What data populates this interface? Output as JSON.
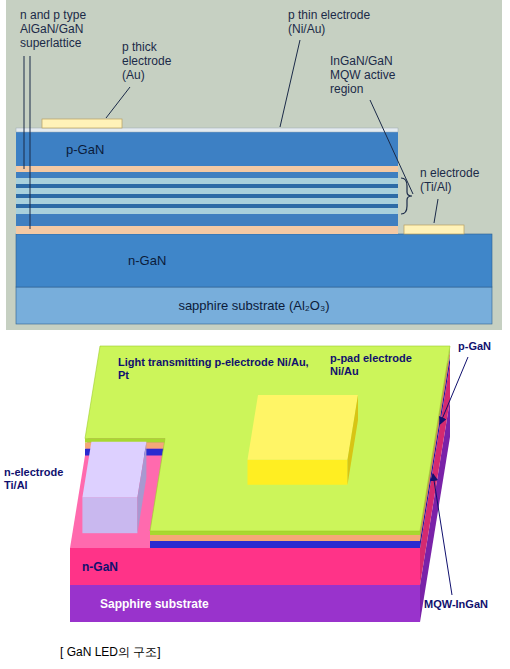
{
  "diagram": {
    "caption": "[ GaN LED의 구조]",
    "nodes": [
      {
        "text": [
          "p-GaN"
        ]
      },
      {
        "text": [
          "n-GaN"
        ]
      },
      {
        "text": [
          "sapphire substrate (Al₂O₃)"
        ]
      },
      {
        "text": [
          "n-GaN"
        ]
      },
      {
        "text": [
          "Sapphire substrate"
        ]
      }
    ],
    "labels": [
      "n and p type AlGaN/GaN superlattice",
      "p thick electrode (Au)",
      "p thin electrode (Ni/Au)",
      "InGaN/GaN MQW active region",
      "n electrode (Ti/Al)",
      "Light transmitting p-electrode Ni/Au, Pt",
      "p-pad electrode Ni/Au",
      "p-GaN",
      "n-electrode Ti/Al",
      "MQW-InGaN"
    ]
  }
}
